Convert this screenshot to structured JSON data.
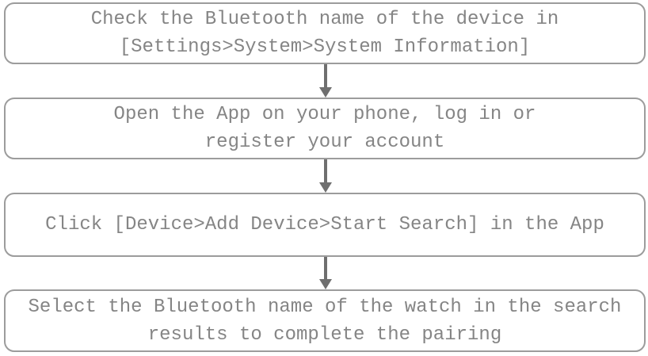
{
  "flowchart": {
    "steps": [
      {
        "line1": "Check the Bluetooth name of the device in",
        "line2": "[Settings>System>System Information]"
      },
      {
        "line1": "Open the App on your phone, log in or",
        "line2": "register your account"
      },
      {
        "line1": "Click [Device>Add Device>Start Search] in the App"
      },
      {
        "line1": "Select the Bluetooth name of the watch in the search",
        "line2": "results to complete the pairing"
      }
    ],
    "colors": {
      "box_border": "#9c9c9c",
      "text": "#858585",
      "arrow": "#6f6f6f",
      "background": "#ffffff"
    }
  }
}
